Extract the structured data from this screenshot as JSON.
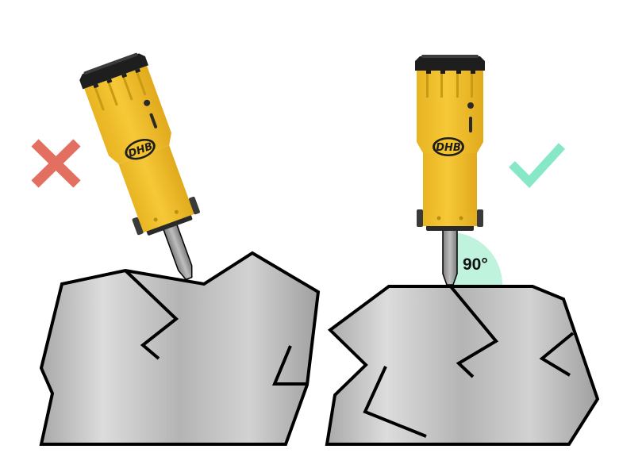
{
  "wrong_panel": {
    "status": "incorrect",
    "mark_icon": "cross-icon",
    "mark_color": "#E36F60",
    "breaker_brand": "DHB",
    "tilt_degrees": -20
  },
  "right_panel": {
    "status": "correct",
    "mark_icon": "check-icon",
    "mark_color": "#86E8C6",
    "breaker_brand": "DHB",
    "angle_label": "90°",
    "angle_color": "#BFF3DE"
  },
  "colors": {
    "breaker_body": "#F2C12E",
    "breaker_shadow": "#D9A81A",
    "breaker_top": "#1E1E1E",
    "chisel": "#9A9A9A",
    "rock_light": "#D8D8D8",
    "rock_dark": "#A4A4A4",
    "outline": "#000000"
  }
}
